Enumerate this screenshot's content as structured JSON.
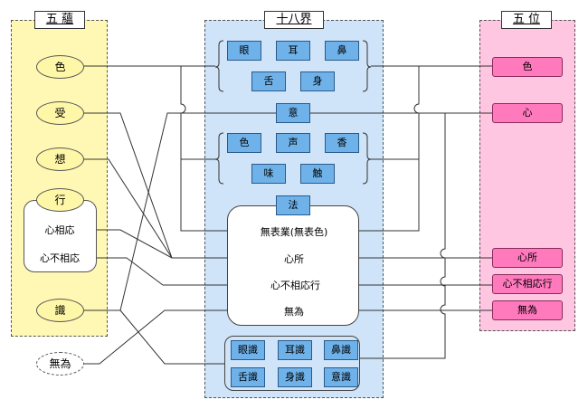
{
  "skandhas": {
    "title": "五 蘊",
    "items": [
      "色",
      "受",
      "想",
      "行",
      "識"
    ],
    "gyo_sub": [
      "心相応",
      "心不相応"
    ],
    "outside": "無為"
  },
  "dhatus": {
    "title": "十八界",
    "sense_organs": [
      "眼",
      "耳",
      "鼻",
      "舌",
      "身"
    ],
    "mind": "意",
    "sense_objects": [
      "色",
      "声",
      "香",
      "味",
      "触"
    ],
    "dharma": "法",
    "dharma_items": [
      "無表業(無表色)",
      "心所",
      "心不相応行",
      "無為"
    ],
    "consciousness": [
      "眼識",
      "耳識",
      "鼻識",
      "舌識",
      "身識",
      "意識"
    ]
  },
  "five_positions": {
    "title": "五 位",
    "items": [
      "色",
      "心",
      "心所",
      "心不相応行",
      "無為"
    ]
  },
  "colors": {
    "skandha_panel": "#fff8b5",
    "skandha_oval": "#fff7a8",
    "dhatu_panel": "#cfe4f8",
    "dhatu_box": "#6fb2ea",
    "position_panel": "#ffc6e2",
    "position_box": "#ff79bd"
  }
}
